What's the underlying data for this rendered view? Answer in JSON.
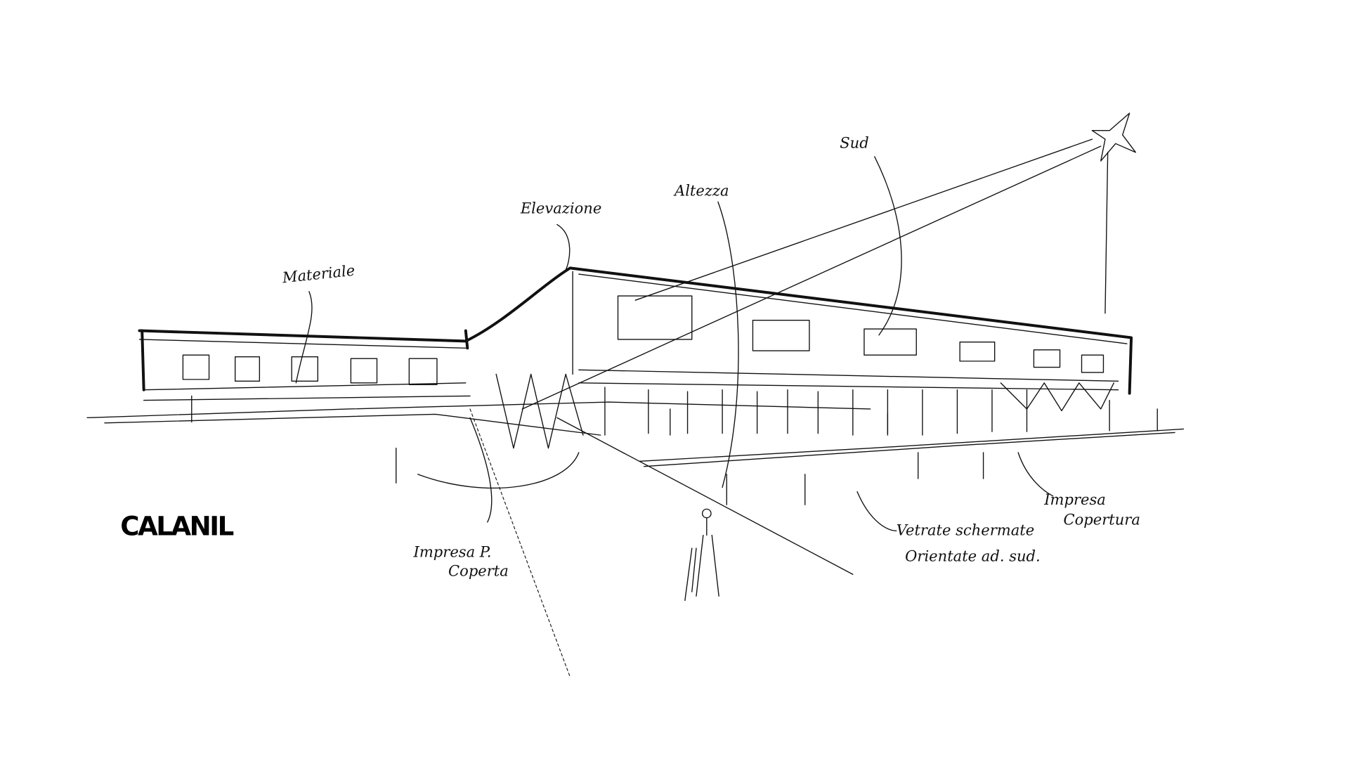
{
  "sketch": {
    "title": "CALANIL",
    "ink_color": "#111111",
    "labels": {
      "materiale": "Materiale",
      "elevazione": "Elevazione",
      "altezza": "Altezza",
      "sud": "Sud",
      "impresa_coperta_1": "Impresa P.",
      "impresa_coperta_2": "Coperta",
      "vetrate_1": "Vetrate schermate",
      "vetrate_2": "Orientate ad. sud.",
      "impresa_copertura_1": "Impresa",
      "impresa_copertura_2": "Copertura"
    }
  }
}
